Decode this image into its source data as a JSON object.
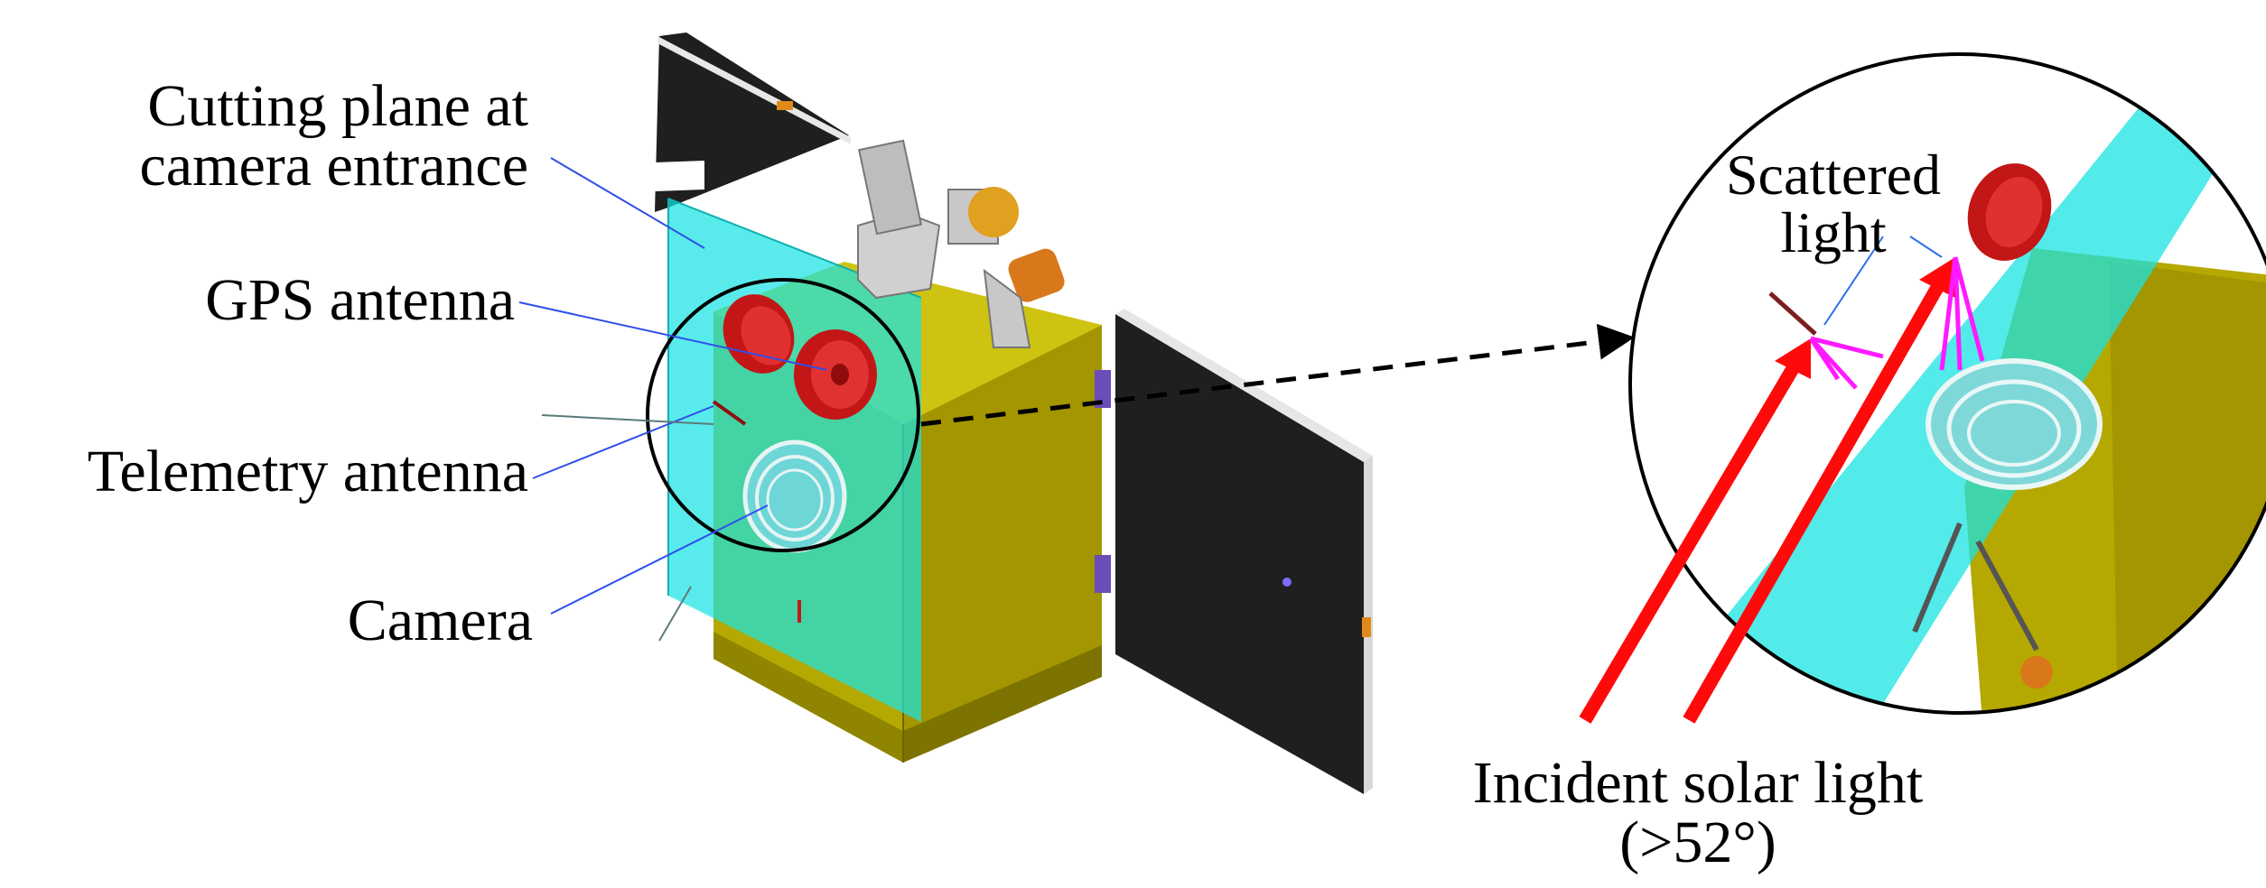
{
  "labels": {
    "cutting_plane_line1": "Cutting plane at",
    "cutting_plane_line2": "camera entrance",
    "gps_antenna": "GPS antenna",
    "telemetry_antenna": "Telemetry antenna",
    "camera": "Camera",
    "scattered_line1": "Scattered",
    "scattered_line2": "light",
    "incident_line1": "Incident solar light",
    "incident_line2": "(>52°)"
  },
  "colors": {
    "body_yellow": "#b5a800",
    "body_yellow_dark": "#8f8500",
    "body_yellow_light": "#cfc312",
    "solar_panel": "#1f1f1f",
    "cutting_plane": "#19e3e3",
    "antenna_red": "#c31616",
    "leader_line": "#2f4fe8",
    "incident_arrow": "#ff0a0a",
    "scatter_arrow": "#ff1aff"
  }
}
